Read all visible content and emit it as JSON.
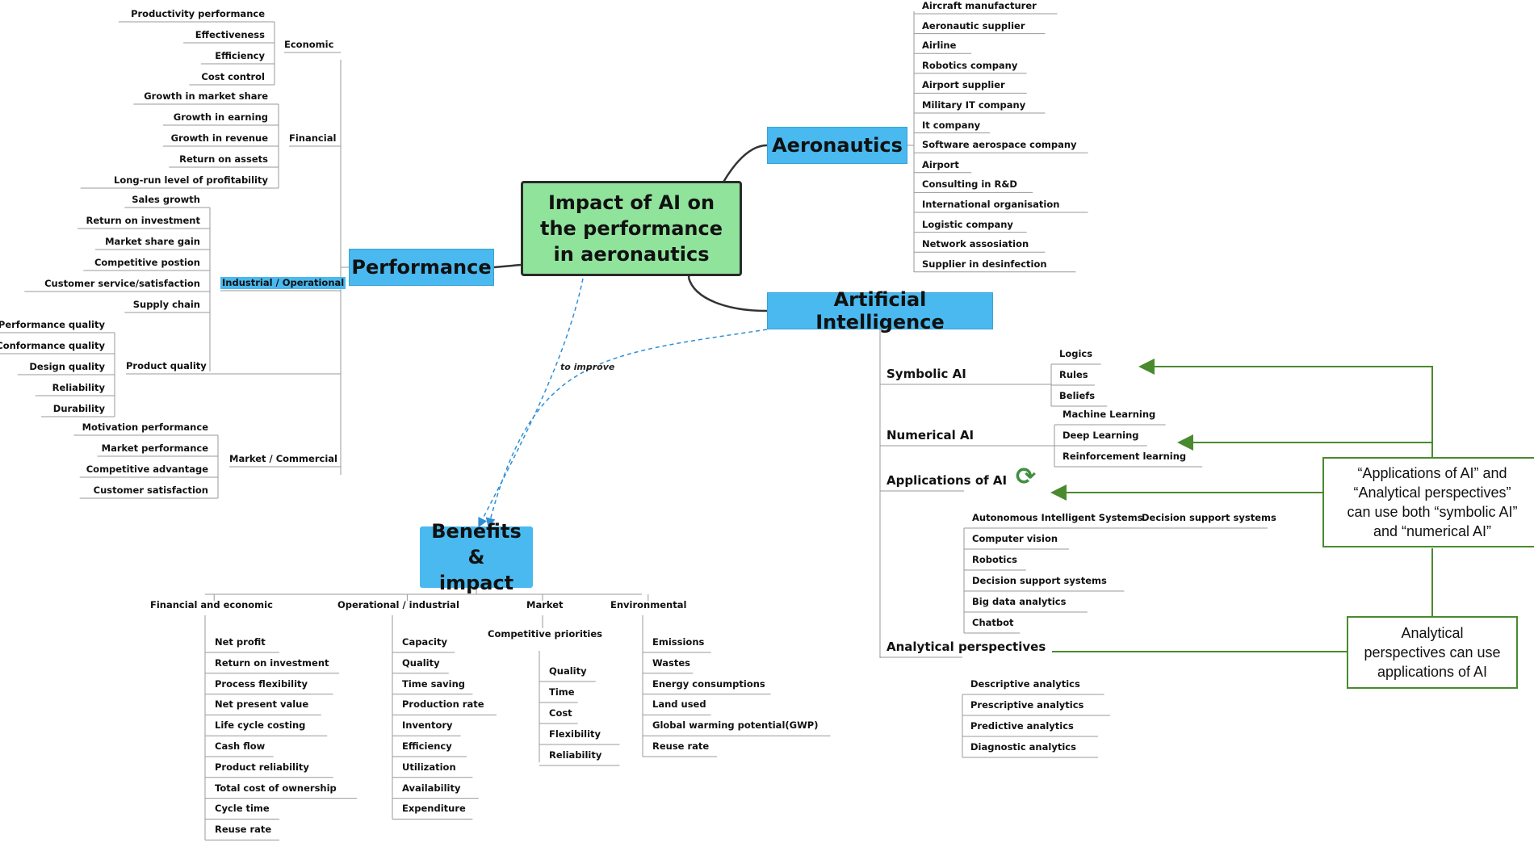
{
  "central": {
    "line1": "Impact of AI on",
    "line2": "the performance",
    "line3": "in aeronautics"
  },
  "aeronautics": {
    "title": "Aeronautics",
    "items": [
      "Aircraft manufacturer",
      "Aeronautic supplier",
      "Airline",
      "Robotics company",
      "Airport supplier",
      "Military IT company",
      "It company",
      "Software aerospace company",
      "Airport",
      "Consulting in R&D",
      "International organisation",
      "Logistic company",
      "Network assosiation",
      "Supplier in desinfection"
    ]
  },
  "performance": {
    "title": "Performance",
    "economic": {
      "label": "Economic",
      "items": [
        "Productivity performance",
        "Effectiveness",
        "Efficiency",
        "Cost control"
      ]
    },
    "financial": {
      "label": "Financial",
      "items": [
        "Growth in market share",
        "Growth in earning",
        "Growth in revenue",
        "Return on assets",
        "Long-run level of profitability"
      ]
    },
    "industrial": {
      "label": "Industrial / Operational",
      "items": [
        "Sales growth",
        "Return on investment",
        "Market share gain",
        "Competitive postion",
        "Customer service/satisfaction",
        "Supply chain"
      ]
    },
    "product_quality": {
      "label": "Product quality",
      "items": [
        "Performance quality",
        "Conformance quality",
        "Design quality",
        "Reliability",
        "Durability"
      ]
    },
    "market": {
      "label": "Market / Commercial",
      "items": [
        "Motivation performance",
        "Market performance",
        "Competitive advantage",
        "Customer satisfaction"
      ]
    }
  },
  "ai": {
    "title": "Artificial Intelligence",
    "symbolic": {
      "label": "Symbolic AI",
      "items": [
        "Logics",
        "Rules",
        "Beliefs"
      ]
    },
    "numerical": {
      "label": "Numerical AI",
      "items": [
        "Machine Learning",
        "Deep Learning",
        "Reinforcement learning"
      ]
    },
    "applications": {
      "label": "Applications of AI",
      "items": [
        "Autonomous Intelligent Systems",
        "Computer vision",
        "Robotics",
        "Decision support systems",
        "Big data analytics",
        "Chatbot"
      ],
      "sub_of_first": "Decision support systems"
    },
    "analytical": {
      "label": "Analytical perspectives",
      "items": [
        "Descriptive analytics",
        "Prescriptive analytics",
        "Predictive analytics",
        "Diagnostic analytics"
      ]
    }
  },
  "notes": {
    "note1": {
      "l1": "“Applications of AI” and",
      "l2": "“Analytical perspectives”",
      "l3": "can use both “symbolic AI”",
      "l4": "and “numerical AI”"
    },
    "note2": {
      "l1": "Analytical",
      "l2": "perspectives can use",
      "l3": "applications of AI"
    }
  },
  "relation_label": "to improve",
  "benefits": {
    "line1": "Benefits &",
    "line2": "impact",
    "financial": {
      "label": "Financial and economic",
      "items": [
        "Net profit",
        "Return on investment",
        "Process flexibility",
        "Net present value",
        "Life cycle costing",
        "Cash flow",
        "Product reliability",
        "Total cost of ownership",
        "Cycle time",
        "Reuse rate"
      ]
    },
    "operational": {
      "label": "Operational / industrial",
      "items": [
        "Capacity",
        "Quality",
        "Time saving",
        "Production rate",
        "Inventory",
        "Efficiency",
        "Utilization",
        "Availability",
        "Expenditure"
      ]
    },
    "market": {
      "label": "Market",
      "sub": "Competitive priorities",
      "items": [
        "Quality",
        "Time",
        "Cost",
        "Flexibility",
        "Reliability"
      ]
    },
    "environmental": {
      "label": "Environmental",
      "items": [
        "Emissions",
        "Wastes",
        "Energy consumptions",
        "Land used",
        "Global warming potential(GWP)",
        "Reuse rate"
      ]
    }
  },
  "colors": {
    "topic": "#49b9ef",
    "central": "#90e39b",
    "note_border": "#4a8a2f",
    "relation": "#2f8fd6"
  },
  "icons": {
    "cycle": "refresh-cycle-icon"
  }
}
